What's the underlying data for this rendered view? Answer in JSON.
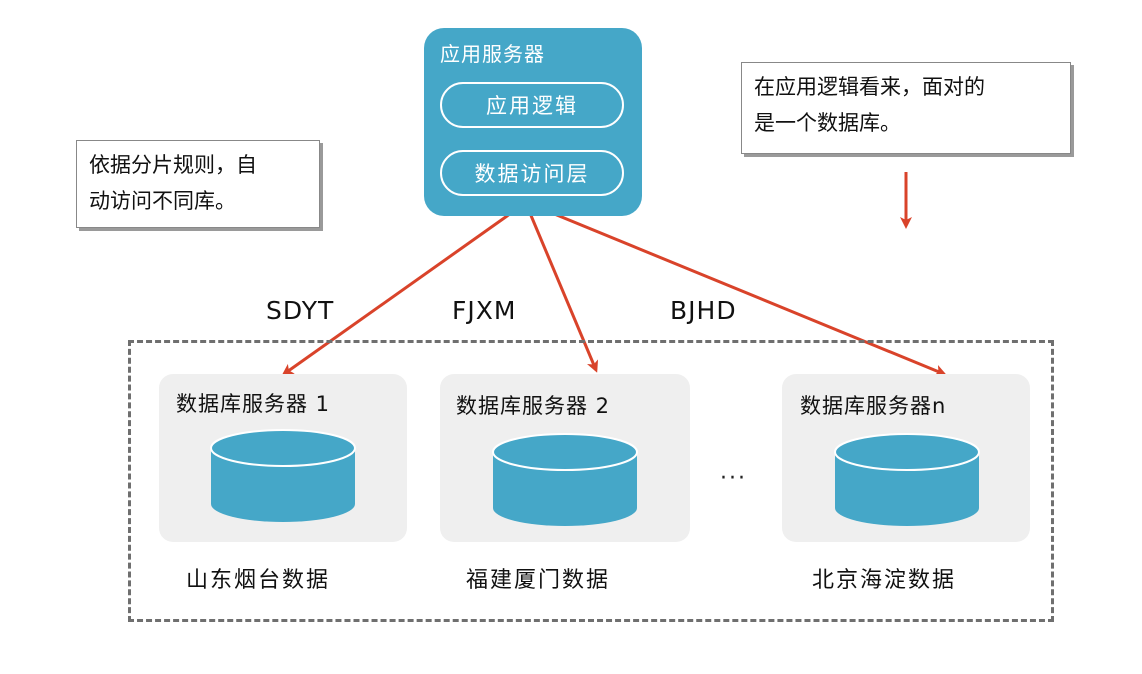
{
  "app_server": {
    "title": "应用服务器",
    "logic_label": "应用逻辑",
    "data_access_label": "数据访问层"
  },
  "notes": {
    "left": [
      "依据分片规则，自",
      "动访问不同库。"
    ],
    "right": [
      "在应用逻辑看来，面对的",
      "是一个数据库。"
    ]
  },
  "shards": [
    {
      "code": "SDYT",
      "server": "数据库服务器 1",
      "caption": "山东烟台数据"
    },
    {
      "code": "FJXM",
      "server": "数据库服务器 2",
      "caption": "福建厦门数据"
    },
    {
      "code": "BJHD",
      "server": "数据库服务器n",
      "caption": "北京海淀数据"
    }
  ],
  "ellipsis": "···",
  "colors": {
    "server_fill": "#45a7c8",
    "arrow": "#d9432a",
    "cylinder": "#45a7c8"
  }
}
